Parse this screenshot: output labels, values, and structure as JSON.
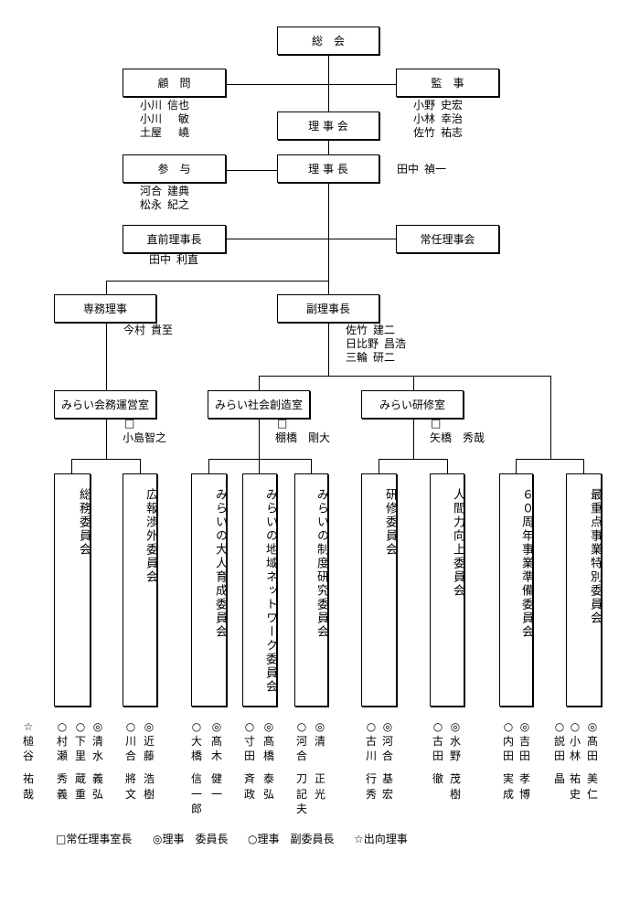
{
  "top": {
    "general_assembly": "総　会",
    "advisors": {
      "label": "顧　問",
      "members": [
        {
          "surname": "小川",
          "given": "信也"
        },
        {
          "surname": "小川",
          "given": "敏"
        },
        {
          "surname": "土屋",
          "given": "嶢"
        }
      ]
    },
    "auditors": {
      "label": "監　事",
      "members": [
        {
          "surname": "小野",
          "given": "史宏"
        },
        {
          "surname": "小林",
          "given": "幸治"
        },
        {
          "surname": "佐竹",
          "given": "祐志"
        }
      ]
    },
    "board": "理 事 会",
    "counselors": {
      "label": "参　与",
      "members": [
        {
          "surname": "河合",
          "given": "建典"
        },
        {
          "surname": "松永",
          "given": "紀之"
        }
      ]
    },
    "president": {
      "label": "理 事 長",
      "name": {
        "surname": "田中",
        "given": "禎一"
      }
    },
    "past_president": {
      "label": "直前理事長",
      "name": {
        "surname": "田中",
        "given": "利直"
      }
    },
    "standing_board": "常任理事会",
    "executive_director": {
      "label": "専務理事",
      "name": {
        "surname": "今村",
        "given": "貴至"
      }
    },
    "vice_presidents": {
      "label": "副理事長",
      "members": [
        {
          "surname": "佐竹",
          "given": "建二"
        },
        {
          "surname": "日比野",
          "given": "昌浩"
        },
        {
          "surname": "三輪",
          "given": "研二"
        }
      ]
    }
  },
  "offices": [
    {
      "label": "みらい会務運営室",
      "head_mark": "□",
      "head": "小島智之"
    },
    {
      "label": "みらい社会創造室",
      "head_mark": "□",
      "head": "棚橋　剛大"
    },
    {
      "label": "みらい研修室",
      "head_mark": "□",
      "head": "矢橋　秀哉"
    }
  ],
  "committees": [
    "総務委員会",
    "広報渉外委員会",
    "みらいの大人育成委員会",
    "みらいの地域ネットワーク委員会",
    "みらいの制度研究委員会",
    "研修委員会",
    "人間力向上委員会",
    "６０周年事業準備委員会",
    "最重点事業特別委員会"
  ],
  "members": [
    {
      "mark": "☆",
      "surname": "槌谷",
      "given": "祐哉"
    },
    {
      "mark": "○",
      "surname": "村瀬",
      "given": "秀義"
    },
    {
      "mark": "○",
      "surname": "下里",
      "given": "蔵重"
    },
    {
      "mark": "◎",
      "surname": "清水",
      "given": "義弘"
    },
    {
      "mark": "○",
      "surname": "川合",
      "given": "將文"
    },
    {
      "mark": "◎",
      "surname": "近藤",
      "given": "浩樹"
    },
    {
      "mark": "○",
      "surname": "大橋",
      "given": "信一郎"
    },
    {
      "mark": "◎",
      "surname": "髙木",
      "given": "健一"
    },
    {
      "mark": "○",
      "surname": "寸田",
      "given": "斉政"
    },
    {
      "mark": "◎",
      "surname": "髙橋",
      "given": "泰弘"
    },
    {
      "mark": "○",
      "surname": "河合",
      "given": "刀記夫"
    },
    {
      "mark": "◎",
      "surname": "清",
      "given": "正光"
    },
    {
      "mark": "○",
      "surname": "古川",
      "given": "行秀"
    },
    {
      "mark": "◎",
      "surname": "河合",
      "given": "基宏"
    },
    {
      "mark": "○",
      "surname": "古田",
      "given": "徹"
    },
    {
      "mark": "◎",
      "surname": "水野",
      "given": "茂樹"
    },
    {
      "mark": "○",
      "surname": "内田",
      "given": "実成"
    },
    {
      "mark": "◎",
      "surname": "吉田",
      "given": "孝博"
    },
    {
      "mark": "○",
      "surname": "説田",
      "given": "晶"
    },
    {
      "mark": "○",
      "surname": "小林",
      "given": "祐史"
    },
    {
      "mark": "◎",
      "surname": "髙田",
      "given": "美仁"
    }
  ],
  "legend": [
    "□常任理事室長",
    "◎理事　委員長",
    "○理事　副委員長",
    "☆出向理事"
  ]
}
